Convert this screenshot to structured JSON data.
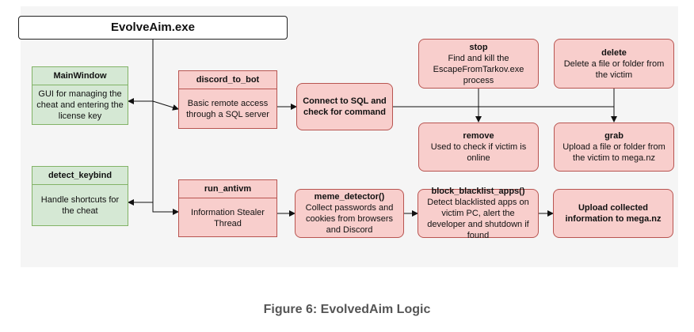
{
  "title": "EvolveAim.exe",
  "caption": "Figure 6: EvolvedAim Logic",
  "nodes": {
    "main_window": {
      "title": "MainWindow",
      "body": "GUI for managing the cheat and entering the license key"
    },
    "detect_keybind": {
      "title": "detect_keybind",
      "body": "Handle shortcuts for the cheat"
    },
    "discord_to_bot": {
      "title": "discord_to_bot",
      "body": "Basic remote access through a SQL server"
    },
    "run_antivm": {
      "title": "run_antivm",
      "body": "Information Stealer Thread"
    },
    "connect_sql": {
      "title": "Connect to SQL and check for command"
    },
    "stop": {
      "title": "stop",
      "body": "Find and kill the EscapeFromTarkov.exe process"
    },
    "remove": {
      "title": "remove",
      "body": "Used to check if victim is online"
    },
    "delete": {
      "title": "delete",
      "body": "Delete a file or folder from the victim"
    },
    "grab": {
      "title": "grab",
      "body": "Upload a file or folder from the victim to mega.nz"
    },
    "meme_detector": {
      "title": "meme_detector()",
      "body": "Collect passwords and cookies from browsers and Discord"
    },
    "block_blacklist": {
      "title": "block_blacklist_apps()",
      "body": "Detect blacklisted apps on victim PC, alert the developer and shutdown if found"
    },
    "upload": {
      "title": "Upload collected information to mega.nz"
    }
  },
  "colors": {
    "red_fill": "#f8cecc",
    "red_border": "#b85450",
    "green_fill": "#d5e8d4",
    "green_border": "#82b366"
  }
}
